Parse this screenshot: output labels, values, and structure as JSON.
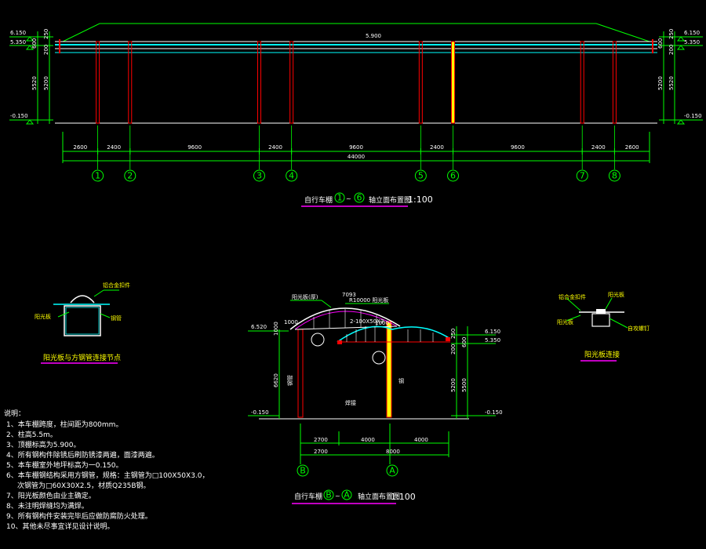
{
  "elevation_top": {
    "levels_left": [
      "6.150",
      "5.350",
      "-0.150"
    ],
    "levels_right": [
      "6.150",
      "5.350",
      "-0.150"
    ],
    "ridge_label": "5.900",
    "dims_left": [
      "5520",
      "5200"
    ],
    "dims_right": [
      "5520",
      "5200"
    ],
    "dims_left_small": [
      "250",
      "600",
      "200"
    ],
    "dims_right_small": [
      "250",
      "600",
      "200"
    ],
    "spans": [
      "2600",
      "2400",
      "9600",
      "2400",
      "9600",
      "2400",
      "9600",
      "2400",
      "2600"
    ],
    "total": "44000",
    "axes": [
      "1",
      "2",
      "3",
      "4",
      "5",
      "6",
      "7",
      "8"
    ],
    "title_prefix": "自行车棚",
    "title_axis_start": "1",
    "title_range_sep": "~",
    "title_axis_end": "6",
    "title_main": "轴立面布置图",
    "scale": "1:100"
  },
  "detail_left": {
    "labels": [
      "铝合金扣件",
      "阳光板",
      "钢管"
    ],
    "title": "阳光板与方钢管连接节点"
  },
  "detail_right": {
    "labels": [
      "铝合金扣件",
      "阳光板",
      "自攻螺钉"
    ],
    "title": "阳光板连接"
  },
  "section": {
    "levels_left": [
      "6.520",
      "-0.150"
    ],
    "levels_right": [
      "6.150",
      "5.350",
      "-0.150"
    ],
    "top_dim": "7093",
    "top_note": "R10000 阳光板",
    "callouts": [
      "阳光板(厚)",
      "2-100X50X3"
    ],
    "inner_labels": [
      "1000",
      "1000"
    ],
    "small_text": [
      "钢管",
      "焊接",
      "钢"
    ],
    "dims_right": [
      "250",
      "200",
      "600",
      "5200",
      "5500"
    ],
    "dims_left": [
      "1000",
      "6620"
    ],
    "dims_bottom1": [
      "2700",
      "4000",
      "4000"
    ],
    "dims_bottom2": [
      "2700",
      "8000"
    ],
    "axes": [
      "B",
      "A"
    ],
    "title_prefix": "自行车棚",
    "title_axis_start": "B",
    "title_range_sep": "~",
    "title_axis_end": "A",
    "title_main": "轴立面布置图",
    "scale": "1:100"
  },
  "notes": {
    "heading": "说明：",
    "items": [
      "1、本车棚跨度，柱间距为800mm。",
      "2、柱高5.5m。",
      "3、顶棚标高为5.900。",
      "4、所有钢构件除锈后刷防锈漆两遍，面漆两遍。",
      "5、本车棚室外地坪标高为一0.150。",
      "6、本车棚钢结构采用方钢管，规格：主钢管为□100X50X3.0，",
      "次钢管为□60X30X2.5，材质Q235B钢。",
      "7、阳光板颜色由业主确定。",
      "8、未注明焊缝均为满焊。",
      "9、所有钢构件安装完毕后应做防腐防火处理。",
      "10、其他未尽事宜详见设计说明。"
    ]
  },
  "colors": {
    "axis": "#00ff00",
    "column_outline": "#ff0000",
    "column_fill": "#ffff00",
    "beam": "#00ffff",
    "roof": "#ff00ff",
    "white": "#ffffff",
    "title_underline": "#ff00ff"
  }
}
